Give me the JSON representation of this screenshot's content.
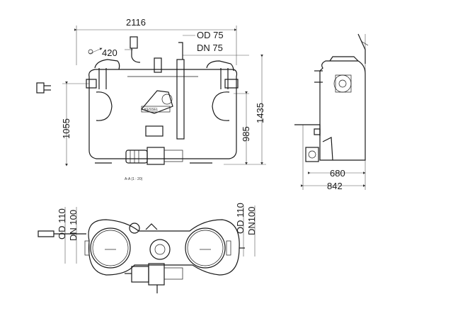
{
  "dimensions": {
    "total_width": "2116",
    "offset_top": "420",
    "total_height": "1435",
    "height_inlet": "1055",
    "height_985": "985",
    "side_depth": "680",
    "side_total_depth": "842"
  },
  "pipes": {
    "vent_od": "OD 75",
    "vent_dn": "DN 75",
    "inlet_left_od": "OD 110",
    "inlet_left_dn": "DN 100",
    "inlet_right_od": "OD 110",
    "inlet_right_dn": "DN100"
  },
  "labels": {
    "section": "A-A (1 : 20)"
  }
}
